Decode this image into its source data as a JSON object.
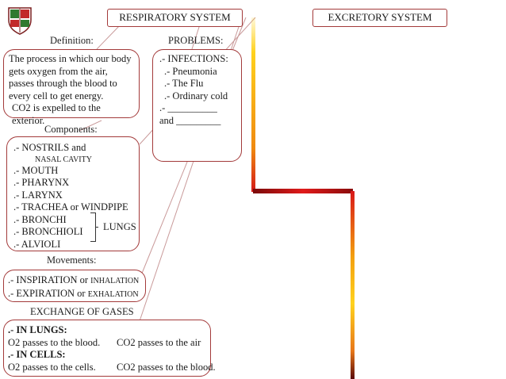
{
  "titles": {
    "respiratory": "RESPIRATORY SYSTEM",
    "excretory": "EXCRETORY SYSTEM"
  },
  "labels": {
    "definition": "Definition:",
    "problems": "PROBLEMS:",
    "components": "Components:",
    "movements": "Movements:",
    "exchange": "EXCHANGE OF GASES"
  },
  "definition": {
    "lines": [
      "The process in which our body",
      "gets oxygen from the air,",
      "passes through the blood to",
      "every cell to get energy."
    ],
    "last": "CO2 is expelled to the exterior."
  },
  "problems": {
    "heading": ".- INFECTIONS:",
    "items": [
      ".- Pneumonia",
      ".- The Flu",
      ".- Ordinary cold"
    ],
    "blank1": ".- __________",
    "blank2": "and  _________"
  },
  "components": {
    "nostrils": ".- NOSTRILS and",
    "nasal": "NASAL CAVITY",
    "items": [
      ".- MOUTH",
      ".- PHARYNX",
      ".- LARYNX",
      ".- TRACHEA or WINDPIPE"
    ],
    "lung_items": [
      ".- BRONCHI",
      ".- BRONCHIOLI",
      ".- ALVIOLI"
    ],
    "lungs": "LUNGS"
  },
  "movements": {
    "insp_a": ".- INSPIRATION or ",
    "insp_b": "INHALATION",
    "exp_a": ".- EXPIRATION or ",
    "exp_b": "EXHALATION"
  },
  "exchange": {
    "in_lungs": ".- IN LUNGS:",
    "lungs_o2": "O2 passes to the blood.",
    "lungs_co2": "CO2 passes to the air",
    "in_cells": ".- IN CELLS:",
    "cells_o2": "O2 passes to the cells.",
    "cells_co2": "CO2 passes to the blood."
  },
  "colors": {
    "border": "#a33a3a",
    "connector": "#c99a9a",
    "path_yellow": "#ffd21e",
    "path_red": "#e0121a",
    "path_dark": "#4a0808"
  },
  "logo_icon": "school-crest-icon"
}
